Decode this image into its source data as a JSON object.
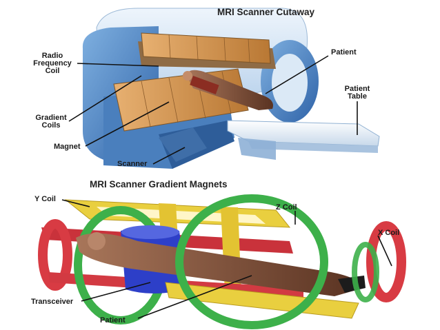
{
  "top_figure": {
    "title": "MRI Scanner Cutaway",
    "labels": {
      "radio_frequency_coil": [
        "Radio",
        "Frequency",
        "Coil"
      ],
      "gradient_coils": [
        "Gradient",
        "Coils"
      ],
      "magnet": "Magnet",
      "scanner": "Scanner",
      "patient": "Patient",
      "patient_table": [
        "Patient",
        "Table"
      ]
    }
  },
  "bottom_figure": {
    "title": "MRI Scanner Gradient Magnets",
    "labels": {
      "y_coil": "Y Coil",
      "z_coil": "Z Coil",
      "x_coil": "X Coil",
      "transceiver": "Transceiver",
      "patient": "Patient"
    }
  },
  "colors": {
    "scanner_blue": "#4f86c4",
    "scanner_light": "#cfe0f2",
    "gradient_orange": "#d99a4e",
    "y_coil_yellow": "#e9cf3f",
    "z_coil_green": "#3db04a",
    "x_coil_red": "#d83b43",
    "transceiver_blue": "#2d3fc8"
  }
}
